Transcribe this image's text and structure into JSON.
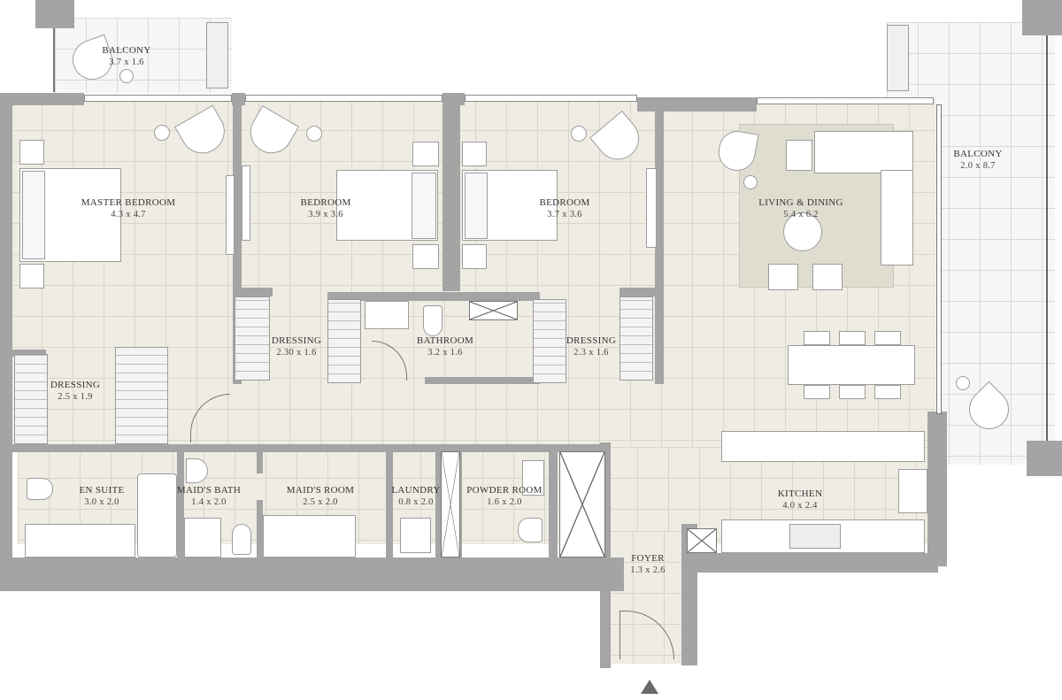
{
  "floor_plan": {
    "rooms": [
      {
        "id": "balcony-master",
        "name": "BALCONY",
        "dimensions": "3.7 x 1.6"
      },
      {
        "id": "master-bedroom",
        "name": "MASTER BEDROOM",
        "dimensions": "4.3 x 4.7"
      },
      {
        "id": "bedroom-2",
        "name": "BEDROOM",
        "dimensions": "3.9 x 3.6"
      },
      {
        "id": "bedroom-3",
        "name": "BEDROOM",
        "dimensions": "3.7 x 3.6"
      },
      {
        "id": "living-dining",
        "name": "LIVING & DINING",
        "dimensions": "5.4 x 6.2"
      },
      {
        "id": "balcony-living",
        "name": "BALCONY",
        "dimensions": "2.0 x 8.7"
      },
      {
        "id": "dressing-master",
        "name": "DRESSING",
        "dimensions": "2.5 x 1.9"
      },
      {
        "id": "dressing-2",
        "name": "DRESSING",
        "dimensions": "2.30 x 1.6"
      },
      {
        "id": "bathroom",
        "name": "BATHROOM",
        "dimensions": "3.2 x 1.6"
      },
      {
        "id": "dressing-3",
        "name": "DRESSING",
        "dimensions": "2.3 x 1.6"
      },
      {
        "id": "en-suite",
        "name": "EN SUITE",
        "dimensions": "3.0 x 2.0"
      },
      {
        "id": "maids-bath",
        "name": "MAID'S BATH",
        "dimensions": "1.4 x 2.0"
      },
      {
        "id": "maids-room",
        "name": "MAID'S ROOM",
        "dimensions": "2.5 x 2.0"
      },
      {
        "id": "laundry",
        "name": "LAUNDRY",
        "dimensions": "0.8 x 2.0"
      },
      {
        "id": "powder-room",
        "name": "POWDER ROOM",
        "dimensions": "1.6 x 2.0"
      },
      {
        "id": "kitchen",
        "name": "KITCHEN",
        "dimensions": "4.0 x 2.4"
      },
      {
        "id": "foyer",
        "name": "FOYER",
        "dimensions": "1.3 x 2.6"
      }
    ],
    "entry_marker": "entrance-arrow-icon",
    "colors": {
      "floor": "#efece3",
      "wall": "#a4a4a4",
      "balcony": "#f6f6f5",
      "rug": "#dfddd0",
      "furniture": "#ffffff",
      "text": "#333333"
    }
  }
}
